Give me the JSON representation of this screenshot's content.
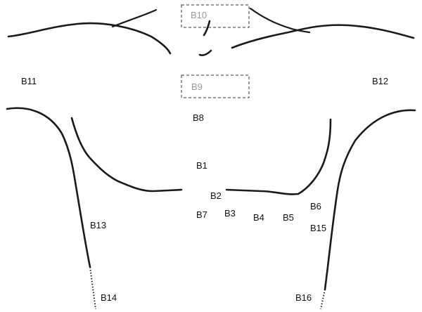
{
  "diagram": {
    "labels": {
      "b1": "B1",
      "b2": "B2",
      "b3": "B3",
      "b4": "B4",
      "b5": "B5",
      "b6": "B6",
      "b7": "B7",
      "b8": "B8",
      "b9": "B9",
      "b10": "B10",
      "b11": "B11",
      "b12": "B12",
      "b13": "B13",
      "b14": "B14",
      "b15": "B15",
      "b16": "B16"
    },
    "colors": {
      "stroke": "#1a1a1a",
      "label": "#111111",
      "muted_label": "#9a9a9a"
    }
  }
}
